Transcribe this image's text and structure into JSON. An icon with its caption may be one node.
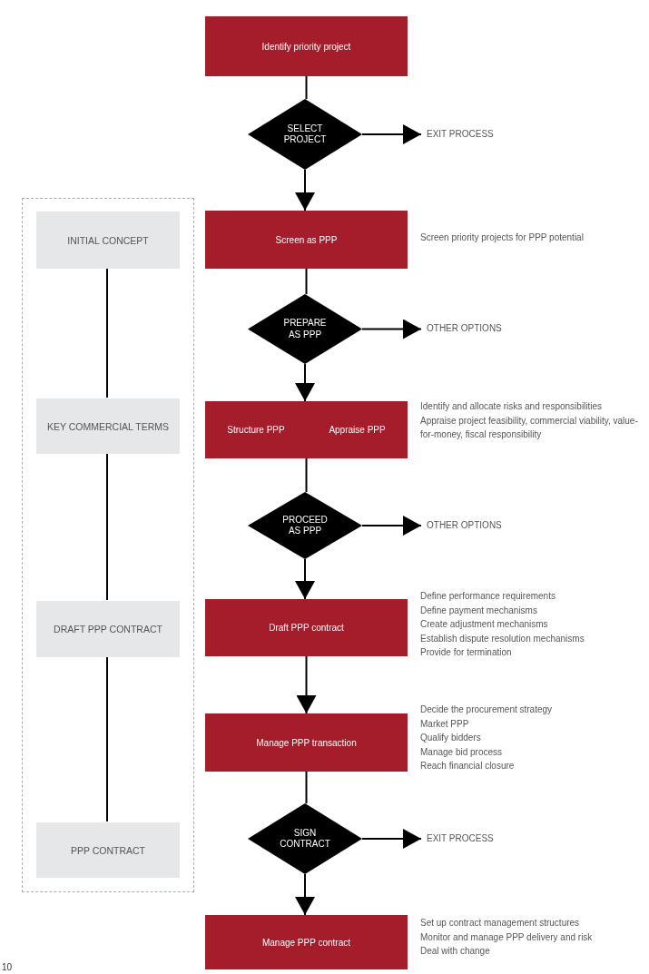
{
  "diagram": {
    "nodes": [
      {
        "text": [
          "Identify priority project"
        ]
      },
      {
        "text": [
          "SELECT PROJECT"
        ]
      },
      {
        "text": [
          "EXIT PROCESS"
        ]
      },
      {
        "text": [],
        "shape": "box"
      },
      {
        "text": [
          "INITIAL CONCEPT"
        ],
        "in": 3
      },
      {
        "text": [
          "Screen as PPP"
        ],
        "beside": [
          "Screen priority projects for PPP potential"
        ]
      },
      {
        "text": [
          "PREPARE AS PPP"
        ]
      },
      {
        "text": [
          "OTHER OPTIONS"
        ]
      },
      {
        "text": [
          "KEY COMMERCIAL TERMS"
        ],
        "in": 3
      },
      {
        "text": [
          "Structure PPP",
          "Appraise PPP"
        ],
        "beside": [
          "Identify and allocate risks and responsibilities",
          "Appraise project feasibility, commercial viability, value-for-money, fiscal responsibility"
        ]
      },
      {
        "text": [
          "PROCEED AS PPP"
        ]
      },
      {
        "text": [
          "OTHER OPTIONS"
        ]
      },
      {
        "text": [
          "DRAFT PPP CONTRACT"
        ],
        "in": 3
      },
      {
        "text": [
          "Draft PPP contract"
        ],
        "beside": [
          "Define performance requirements",
          "Define payment mechanisms",
          "Create adjustment mechanisms",
          "Establish dispute resolution mechanisms",
          "Provide for termination"
        ]
      },
      {
        "text": [
          "Manage PPP transaction"
        ],
        "beside": [
          "Decide the procurement strategy",
          "Market PPP",
          "Qualify bidders",
          "Manage bid process",
          "Reach financial closure"
        ]
      },
      {
        "text": [
          "SIGN CONTRACT"
        ]
      },
      {
        "text": [
          "EXIT PROCESS"
        ]
      },
      {
        "text": [
          "PPP CONTRACT"
        ],
        "in": 3
      },
      {
        "text": [
          "Manage PPP contract"
        ],
        "beside": [
          "Set up contract management structures",
          "Monitor and manage PPP delivery and risk",
          "Deal with change"
        ]
      }
    ],
    "edges": [
      {
        "from": 0,
        "to": 1,
        "arrow": "none"
      },
      {
        "from": 1,
        "to": 2,
        "arrow": "to"
      },
      {
        "from": 1,
        "to": 5,
        "arrow": "to"
      },
      {
        "from": 5,
        "to": 6,
        "arrow": "none"
      },
      {
        "from": 6,
        "to": 7,
        "arrow": "to"
      },
      {
        "from": 6,
        "to": 9,
        "arrow": "to"
      },
      {
        "from": 9,
        "to": 10,
        "arrow": "none"
      },
      {
        "from": 10,
        "to": 11,
        "arrow": "to"
      },
      {
        "from": 10,
        "to": 13,
        "arrow": "to"
      },
      {
        "from": 13,
        "to": 14,
        "arrow": "to"
      },
      {
        "from": 14,
        "to": 15,
        "arrow": "none"
      },
      {
        "from": 15,
        "to": 16,
        "arrow": "to"
      },
      {
        "from": 15,
        "to": 18,
        "arrow": "to"
      },
      {
        "from": 4,
        "to": 8,
        "arrow": "none"
      },
      {
        "from": 8,
        "to": 12,
        "arrow": "none"
      },
      {
        "from": 12,
        "to": 17,
        "arrow": "none"
      }
    ],
    "labels": [
      "10"
    ]
  }
}
